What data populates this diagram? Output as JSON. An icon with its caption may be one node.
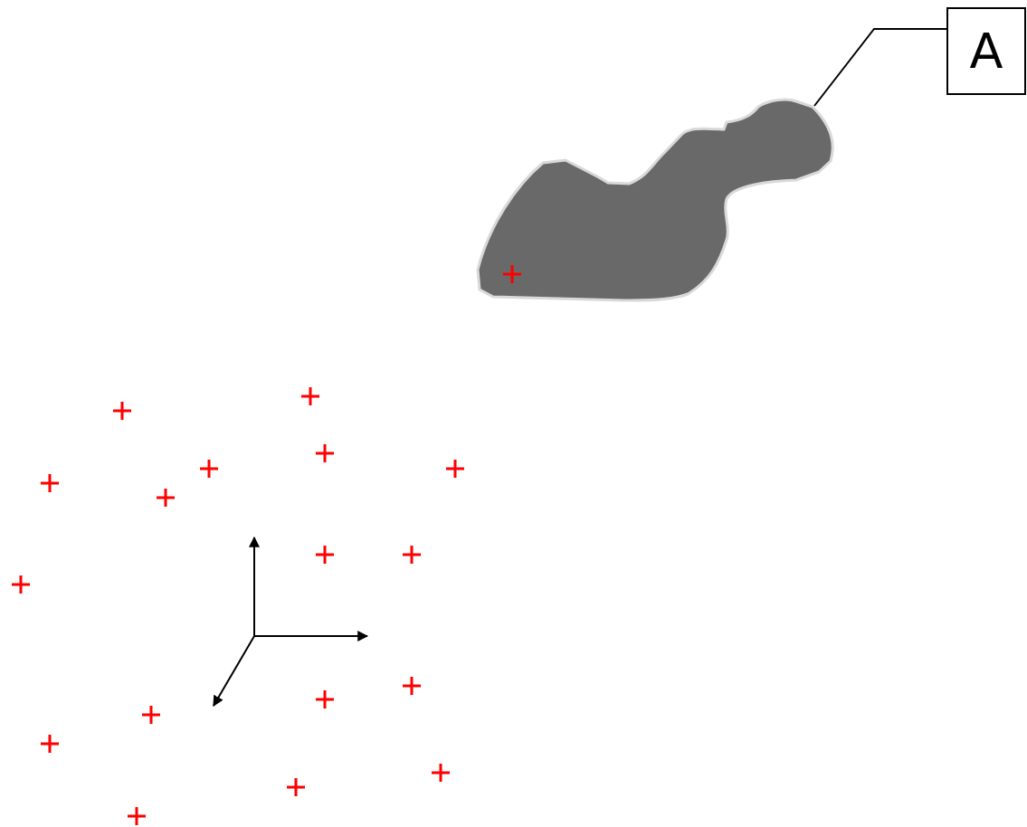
{
  "diagram": {
    "nodes": [
      {
        "text": [
          "A"
        ]
      },
      {
        "text": [],
        "shape": "blob"
      }
    ],
    "edges": [
      {
        "from": 0,
        "to": 1,
        "arrow": "none"
      }
    ]
  }
}
